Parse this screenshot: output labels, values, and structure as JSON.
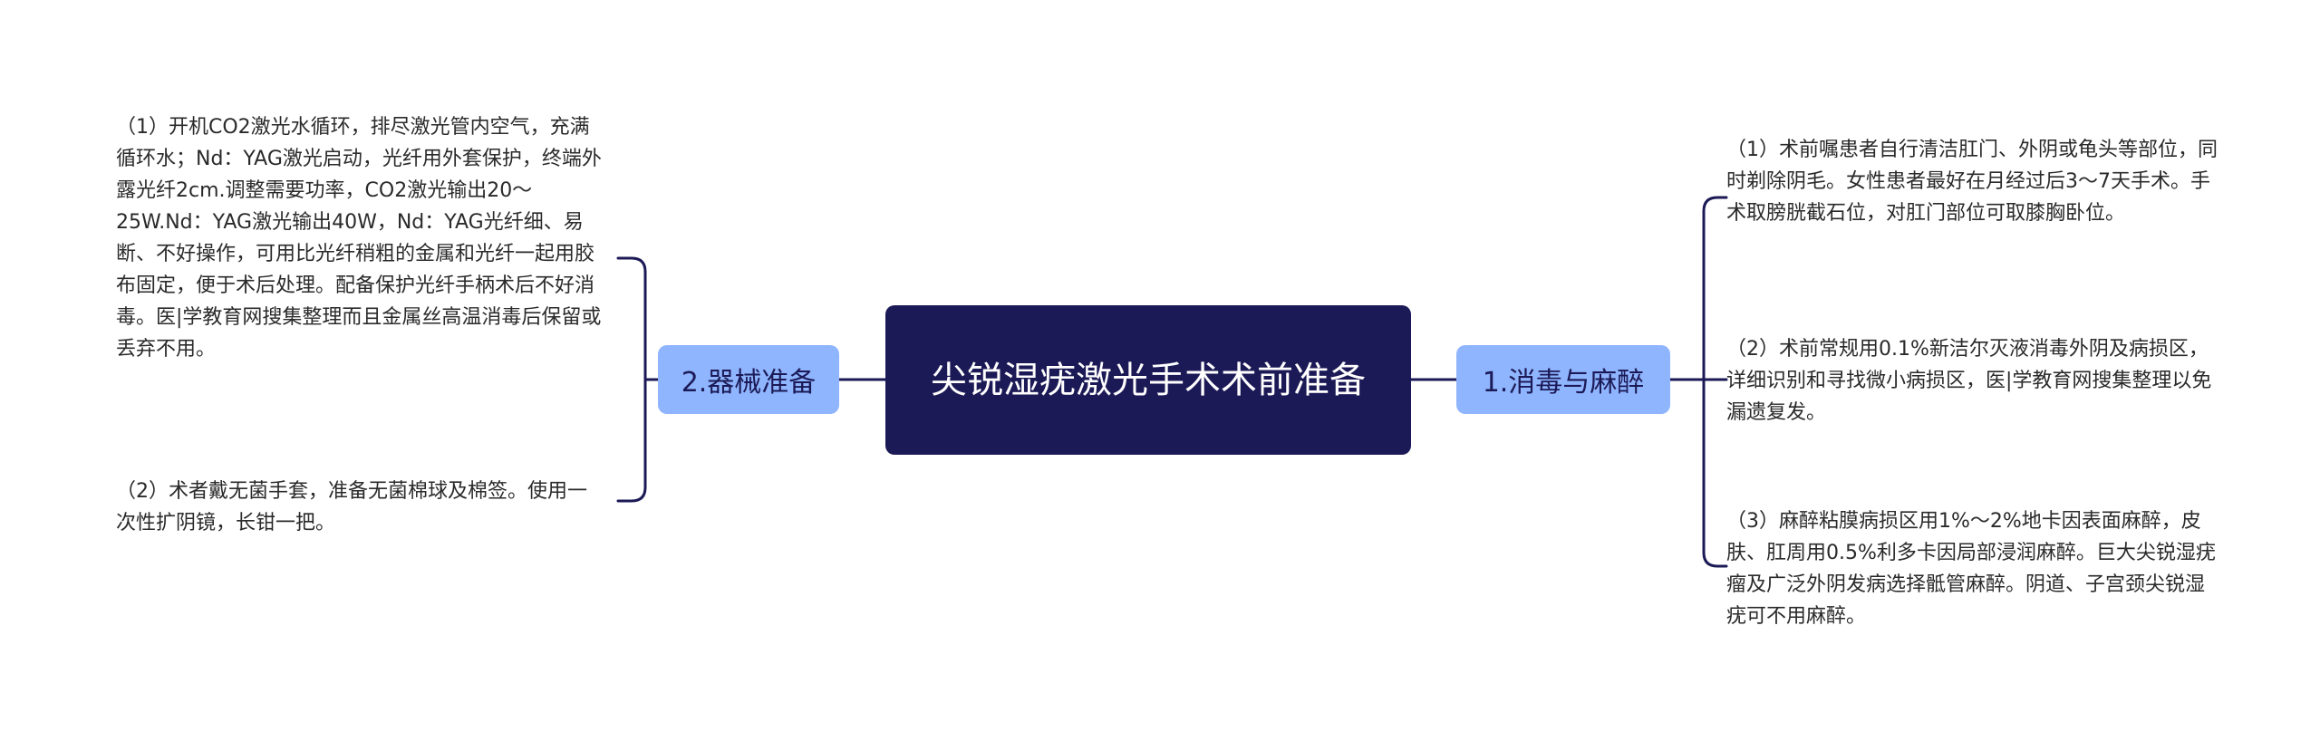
{
  "colors": {
    "root_bg": "#1c1a56",
    "root_text": "#ffffff",
    "branch_bg": "#8fb5ff",
    "branch_text": "#1c1a56",
    "connector": "#1c1a56",
    "leaf_text": "#2a2a2a"
  },
  "mindmap": {
    "root": "尖锐湿疣激光手术术前准备",
    "left_branch": {
      "label": "2.器械准备",
      "items": [
        "（1）开机CO2激光水循环，排尽激光管内空气，充满循环水；Nd：YAG激光启动，光纤用外套保护，终端外露光纤2cm.调整需要功率，CO2激光输出20～25W.Nd：YAG激光输出40W，Nd：YAG光纤细、易断、不好操作，可用比光纤稍粗的金属和光纤一起用胶布固定，便于术后处理。配备保护光纤手柄术后不好消毒。医|学教育网搜集整理而且金属丝高温消毒后保留或丢弃不用。",
        "（2）术者戴无菌手套，准备无菌棉球及棉签。使用一次性扩阴镜，长钳一把。"
      ]
    },
    "right_branch": {
      "label": "1.消毒与麻醉",
      "items": [
        "（1）术前嘱患者自行清洁肛门、外阴或龟头等部位，同时剃除阴毛。女性患者最好在月经过后3～7天手术。手术取膀胱截石位，对肛门部位可取膝胸卧位。",
        "（2）术前常规用0.1%新洁尔灭液消毒外阴及病损区，详细识别和寻找微小病损区，医|学教育网搜集整理以免漏遗复发。",
        "（3）麻醉粘膜病损区用1%～2%地卡因表面麻醉，皮肤、肛周用0.5%利多卡因局部浸润麻醉。巨大尖锐湿疣瘤及广泛外阴发病选择骶管麻醉。阴道、子宫颈尖锐湿疣可不用麻醉。"
      ]
    }
  }
}
